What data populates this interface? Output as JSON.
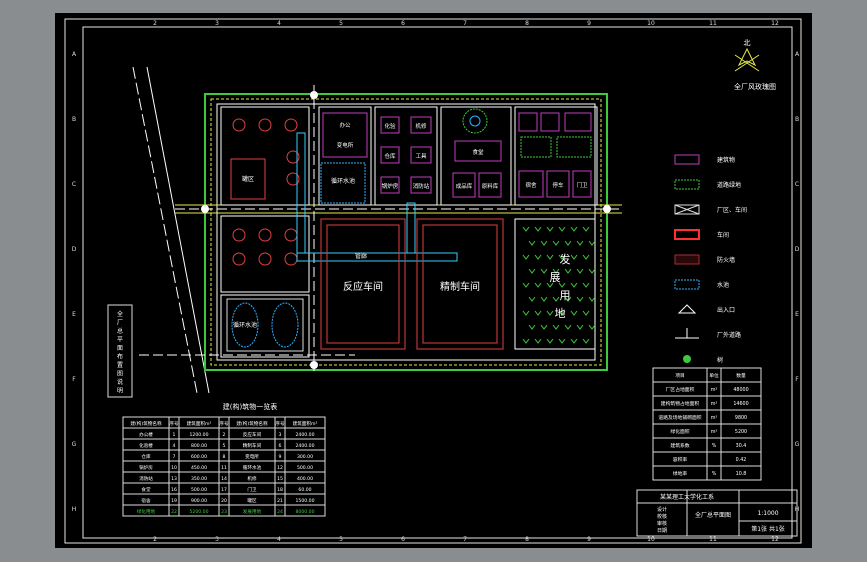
{
  "border": {
    "columns": [
      "2",
      "3",
      "4",
      "5",
      "6",
      "7",
      "8",
      "9",
      "10",
      "11",
      "12"
    ],
    "rows": [
      "A",
      "B",
      "C",
      "D",
      "E",
      "F",
      "G",
      "H"
    ]
  },
  "plant": {
    "workshops": {
      "reaction": "反应车间",
      "refining": "精制车间",
      "dev_area": [
        "发",
        "展",
        "用",
        "地"
      ]
    },
    "small_labels": {
      "tank_zone": "罐区",
      "office": "办公",
      "warehouse": "仓库",
      "lab": "化验",
      "boiler": "锅炉房",
      "water": "循环水池",
      "pipe": "管廊",
      "substation": "变电所",
      "workshop_a": "机修",
      "workshop_b": "工具",
      "canteen": "食堂",
      "dorm": "宿舍",
      "parking": "停车",
      "fire": "消防站",
      "gate": "门卫",
      "product_wh": "成品库",
      "raw_wh": "原料库"
    },
    "left_note": [
      "全",
      "厂",
      "总",
      "平",
      "面",
      "布",
      "置",
      "图",
      "说",
      "明"
    ]
  },
  "compass": {
    "label": "北",
    "title": "全厂风玫瑰图"
  },
  "legend": [
    {
      "label": "建筑物",
      "icon": "building-icon"
    },
    {
      "label": "道路绿地",
      "icon": "green-road-icon"
    },
    {
      "label": "厂区、车间",
      "icon": "cross-box-icon"
    },
    {
      "label": "车间",
      "icon": "red-box-icon"
    },
    {
      "label": "防火墙",
      "icon": "dark-red-box-icon"
    },
    {
      "label": "水池",
      "icon": "water-icon"
    },
    {
      "label": "出入口",
      "icon": "entrance-icon"
    },
    {
      "label": "厂外道路",
      "icon": "road-icon"
    },
    {
      "label": "树",
      "icon": "tree-icon"
    }
  ],
  "bottom_table": {
    "title": "建(构)筑物一览表",
    "headers": [
      "建(构)筑物名称",
      "序号",
      "建筑面积m²",
      "序号",
      "建(构)筑物名称",
      "序号",
      "建筑面积m²"
    ],
    "rows": [
      [
        "办公楼",
        "1",
        "1200.00",
        "2",
        "反应车间",
        "3",
        "2400.00"
      ],
      [
        "化验楼",
        "4",
        "800.00",
        "5",
        "精制车间",
        "6",
        "2400.00"
      ],
      [
        "仓库",
        "7",
        "600.00",
        "8",
        "变电所",
        "9",
        "300.00"
      ],
      [
        "锅炉房",
        "10",
        "450.00",
        "11",
        "循环水池",
        "12",
        "500.00"
      ],
      [
        "消防站",
        "13",
        "350.00",
        "14",
        "机修",
        "15",
        "400.00"
      ],
      [
        "食堂",
        "16",
        "500.00",
        "17",
        "门卫",
        "18",
        "60.00"
      ],
      [
        "宿舍",
        "19",
        "900.00",
        "20",
        "罐区",
        "21",
        "1500.00"
      ],
      [
        "绿化用地",
        "22",
        "5200.00",
        "23",
        "发展用地",
        "24",
        "8000.00"
      ]
    ]
  },
  "right_table": {
    "headers": [
      "项目",
      "单位",
      "数量"
    ],
    "rows": [
      [
        "厂区占地面积",
        "m²",
        "48000"
      ],
      [
        "建构筑物占地面积",
        "m²",
        "14600"
      ],
      [
        "道路及场地铺砌面积",
        "m²",
        "9800"
      ],
      [
        "绿化面积",
        "m²",
        "5200"
      ],
      [
        "建筑系数",
        "%",
        "30.4"
      ],
      [
        "容积率",
        "",
        "0.42"
      ],
      [
        "绿地率",
        "%",
        "10.8"
      ]
    ]
  },
  "title_block": {
    "school": "某某理工大学化工系",
    "drawing": "全厂总平面图",
    "scale": "1:1000",
    "sheet": "第1张 共1张",
    "roles": [
      "设计",
      "校核",
      "审核",
      "日期"
    ]
  }
}
